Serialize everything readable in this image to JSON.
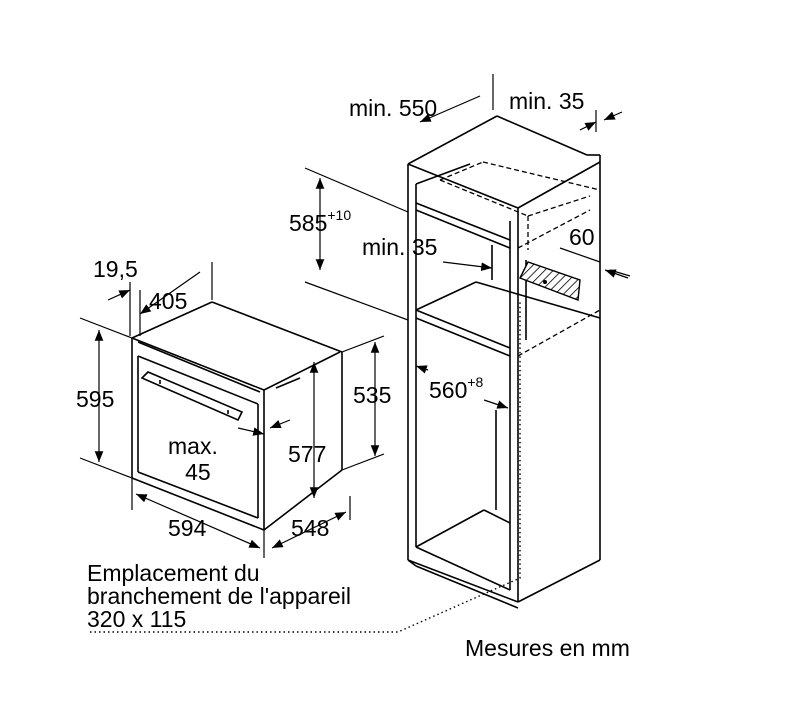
{
  "labels": {
    "min_550": "min. 550",
    "min_35_top": "min. 35",
    "d_585": "585",
    "d_585_tol": "+10",
    "min_35_mid": "min. 35",
    "d_60": "60",
    "d_19_5": "19,5",
    "d_405": "405",
    "d_595": "595",
    "d_535": "535",
    "d_560": "560",
    "d_560_tol": "+8",
    "max_45_line1": "max.",
    "max_45_line2": "45",
    "d_577": "577",
    "d_594": "594",
    "d_548": "548"
  },
  "notes": {
    "connection_line1": "Emplacement du",
    "connection_line2": "branchement de l'appareil",
    "connection_line3": "320 x 115",
    "units": "Mesures en mm"
  }
}
